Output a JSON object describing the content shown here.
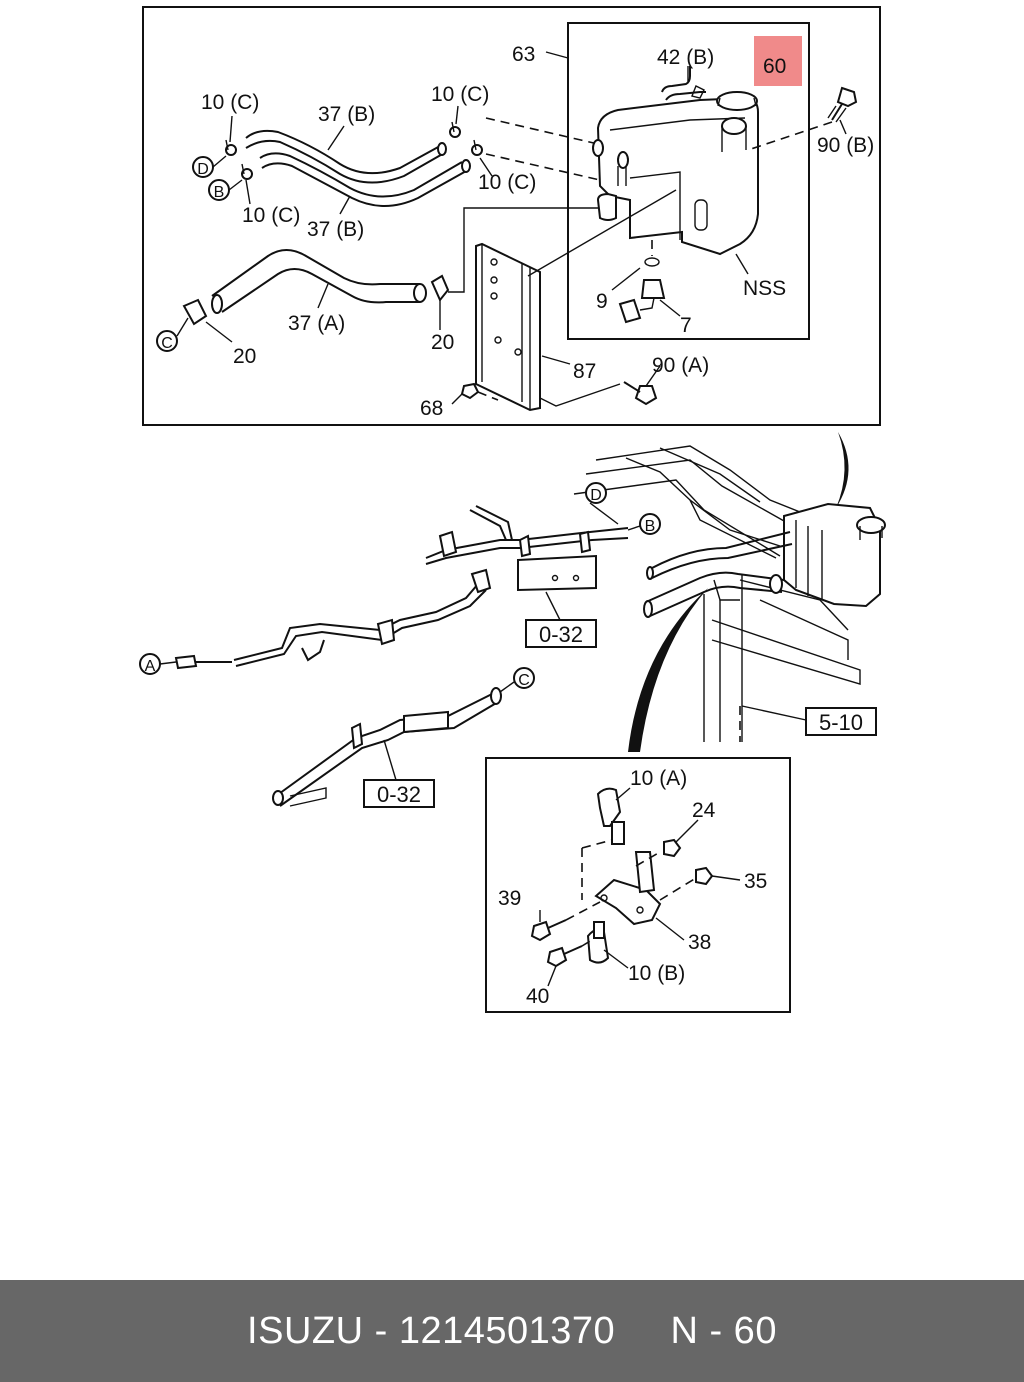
{
  "highlight_color": "#f08a8a",
  "top_panel": {
    "labels": {
      "l63": "63",
      "l42b": "42 (B)",
      "l60": "60",
      "l90b": "90 (B)",
      "l10c_a": "10 (C)",
      "l37b_a": "37 (B)",
      "l10c_b": "10 (C)",
      "l10c_c": "10 (C)",
      "l10c_d": "10 (C)",
      "l37b_b": "37 (B)",
      "l37a": "37 (A)",
      "l20_a": "20",
      "l20_b": "20",
      "l9": "9",
      "l7": "7",
      "lnss": "NSS",
      "l87": "87",
      "l90a": "90 (A)",
      "l68": "68"
    },
    "callouts": {
      "d": "D",
      "b": "B",
      "c": "C"
    }
  },
  "middle": {
    "callouts": {
      "d": "D",
      "b": "B",
      "a": "A",
      "c": "C"
    },
    "refs": {
      "r1": "0-32",
      "r2": "0-32",
      "r3": "5-10"
    }
  },
  "bottom_panel": {
    "labels": {
      "l10a": "10 (A)",
      "l24": "24",
      "l35": "35",
      "l39": "39",
      "l38": "38",
      "l40": "40",
      "l10b": "10 (B)"
    }
  },
  "footer": {
    "brand": "ISUZU",
    "sep": " - ",
    "part_number": "1214501370",
    "gap": "     ",
    "page_code": "N - 60"
  }
}
